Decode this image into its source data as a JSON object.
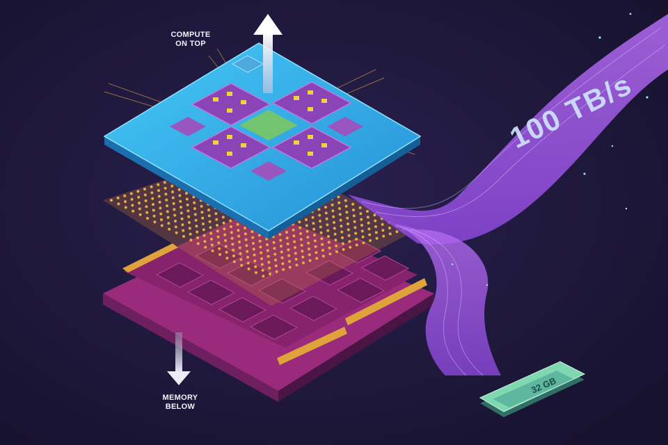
{
  "labels": {
    "compute_top_line1": "COMPUTE",
    "compute_top_line2": "ON TOP",
    "memory_below_line1": "MEMORY",
    "memory_below_line2": "BELOW"
  },
  "bandwidth": {
    "text": "100 TB/s"
  },
  "module": {
    "capacity_text": "32 GB"
  },
  "colors": {
    "background": "#1d1738",
    "compute_die": "#2fb2ec",
    "memory_board": "#9a2a7c",
    "ribbon": "#a25ae8",
    "bumps": "#e2a63a",
    "module": "#7fd8b0"
  },
  "icons": [
    "arrow-up-icon",
    "arrow-down-icon"
  ]
}
